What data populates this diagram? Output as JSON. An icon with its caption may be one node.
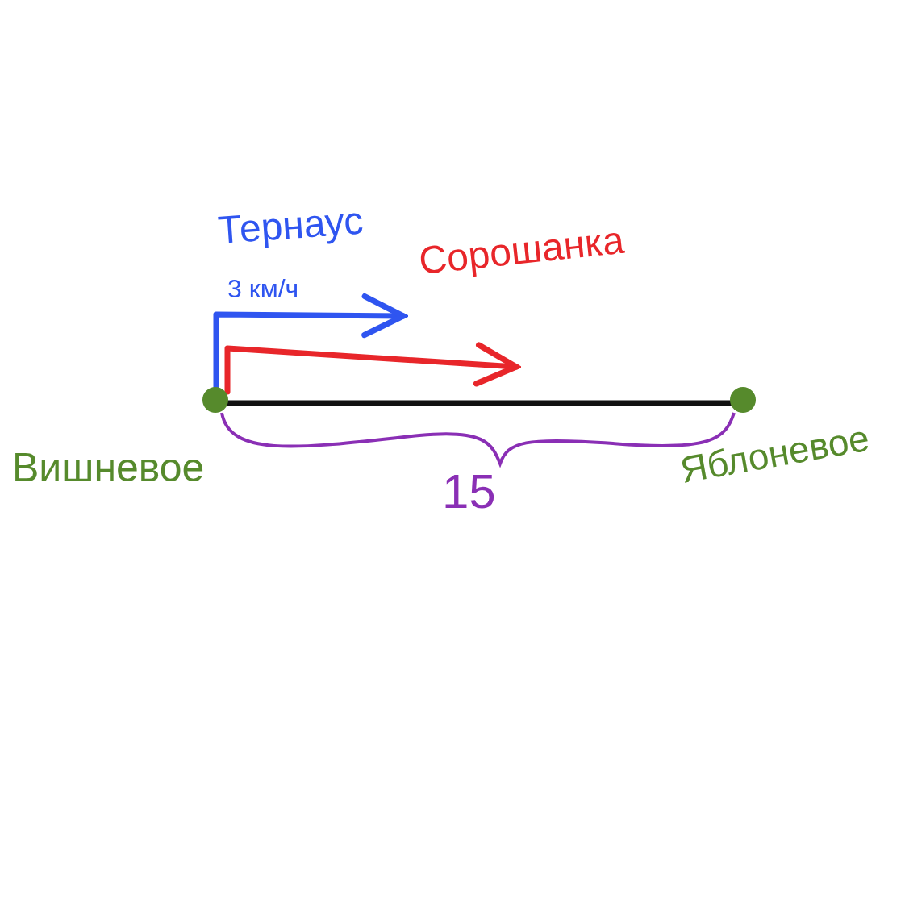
{
  "diagram": {
    "nodes": [
      {
        "text": [],
        "shape": "circle",
        "beside": [
          "Вишневое"
        ]
      },
      {
        "text": [],
        "shape": "circle",
        "beside": [
          "Яблоневое"
        ]
      }
    ],
    "edges": [
      {
        "from": 0,
        "to": 1,
        "arrow": "none"
      },
      {
        "from": 0,
        "to": null,
        "arrow": "to",
        "color": "#2f55f0"
      },
      {
        "from": 0,
        "to": null,
        "arrow": "to",
        "color": "#e8262a"
      }
    ],
    "labels": [
      "Тернаус",
      "3 км/ч",
      "Сорошанка",
      "15"
    ]
  }
}
